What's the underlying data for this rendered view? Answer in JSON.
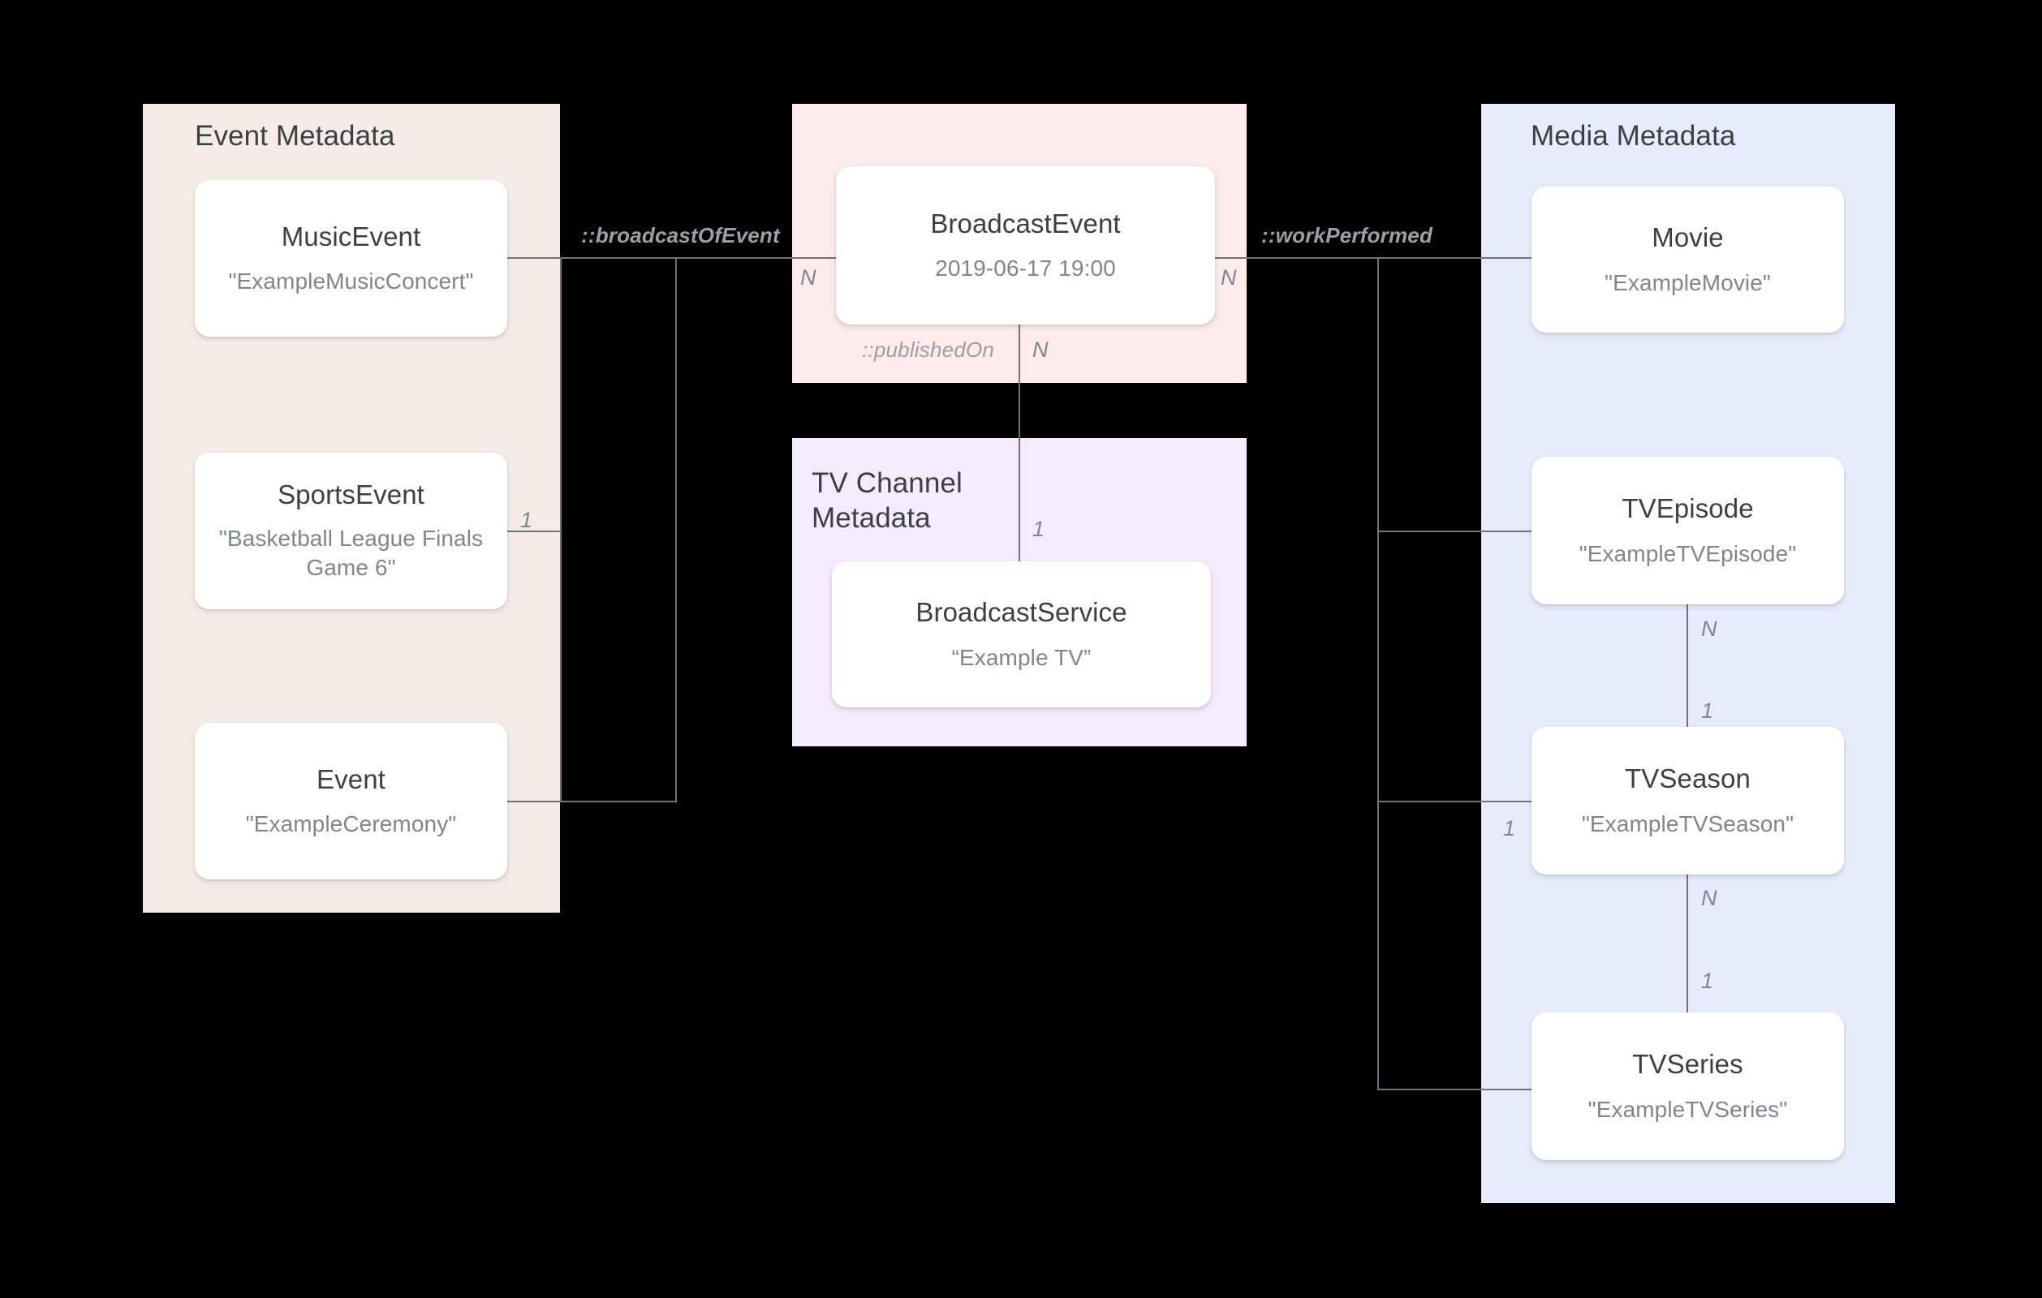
{
  "diagram": {
    "title": "Broadcast schema entity relationship diagram",
    "colors": {
      "background": "#000000",
      "panel_event": "#f5ece7",
      "panel_broadcast": "#fdeaea",
      "panel_tvchannel": "#f4ebfd",
      "panel_media": "#e6ecfb",
      "node_fill": "#ffffff",
      "edge": "#707276",
      "title_text": "#3c4043",
      "value_text": "#80868b",
      "relation_text": "#9aa0a6"
    }
  },
  "panels": {
    "event": {
      "title": "Event Metadata"
    },
    "broadcast": {
      "title": ""
    },
    "tvchannel": {
      "title": "TV Channel\nMetadata"
    },
    "media": {
      "title": "Media Metadata"
    }
  },
  "nodes": {
    "music_event": {
      "title": "MusicEvent",
      "value": "\"ExampleMusicConcert\""
    },
    "sports_event": {
      "title": "SportsEvent",
      "value": "\"Basketball League Finals Game 6\""
    },
    "event": {
      "title": "Event",
      "value": "\"ExampleCeremony\""
    },
    "broadcast_event": {
      "title": "BroadcastEvent",
      "value": "2019-06-17 19:00"
    },
    "broadcast_service": {
      "title": "BroadcastService",
      "value": "“Example TV”"
    },
    "movie": {
      "title": "Movie",
      "value": "\"ExampleMovie\""
    },
    "tv_episode": {
      "title": "TVEpisode",
      "value": "\"ExampleTVEpisode\""
    },
    "tv_season": {
      "title": "TVSeason",
      "value": "\"ExampleTVSeason\""
    },
    "tv_series": {
      "title": "TVSeries",
      "value": "\"ExampleTVSeries\""
    }
  },
  "relations": {
    "broadcast_of_event": {
      "label": "::broadcastOfEvent"
    },
    "work_performed": {
      "label": "::workPerformed"
    },
    "published_on": {
      "label": "::publishedOn"
    }
  },
  "cardinalities": {
    "sports_event_one": "1",
    "broadcast_event_left_n": "N",
    "broadcast_event_right_n": "N",
    "published_on_n": "N",
    "broadcast_service_one": "1",
    "episode_n": "N",
    "season_one_from_episode": "1",
    "season_one_left": "1",
    "season_n": "N",
    "series_one": "1"
  }
}
